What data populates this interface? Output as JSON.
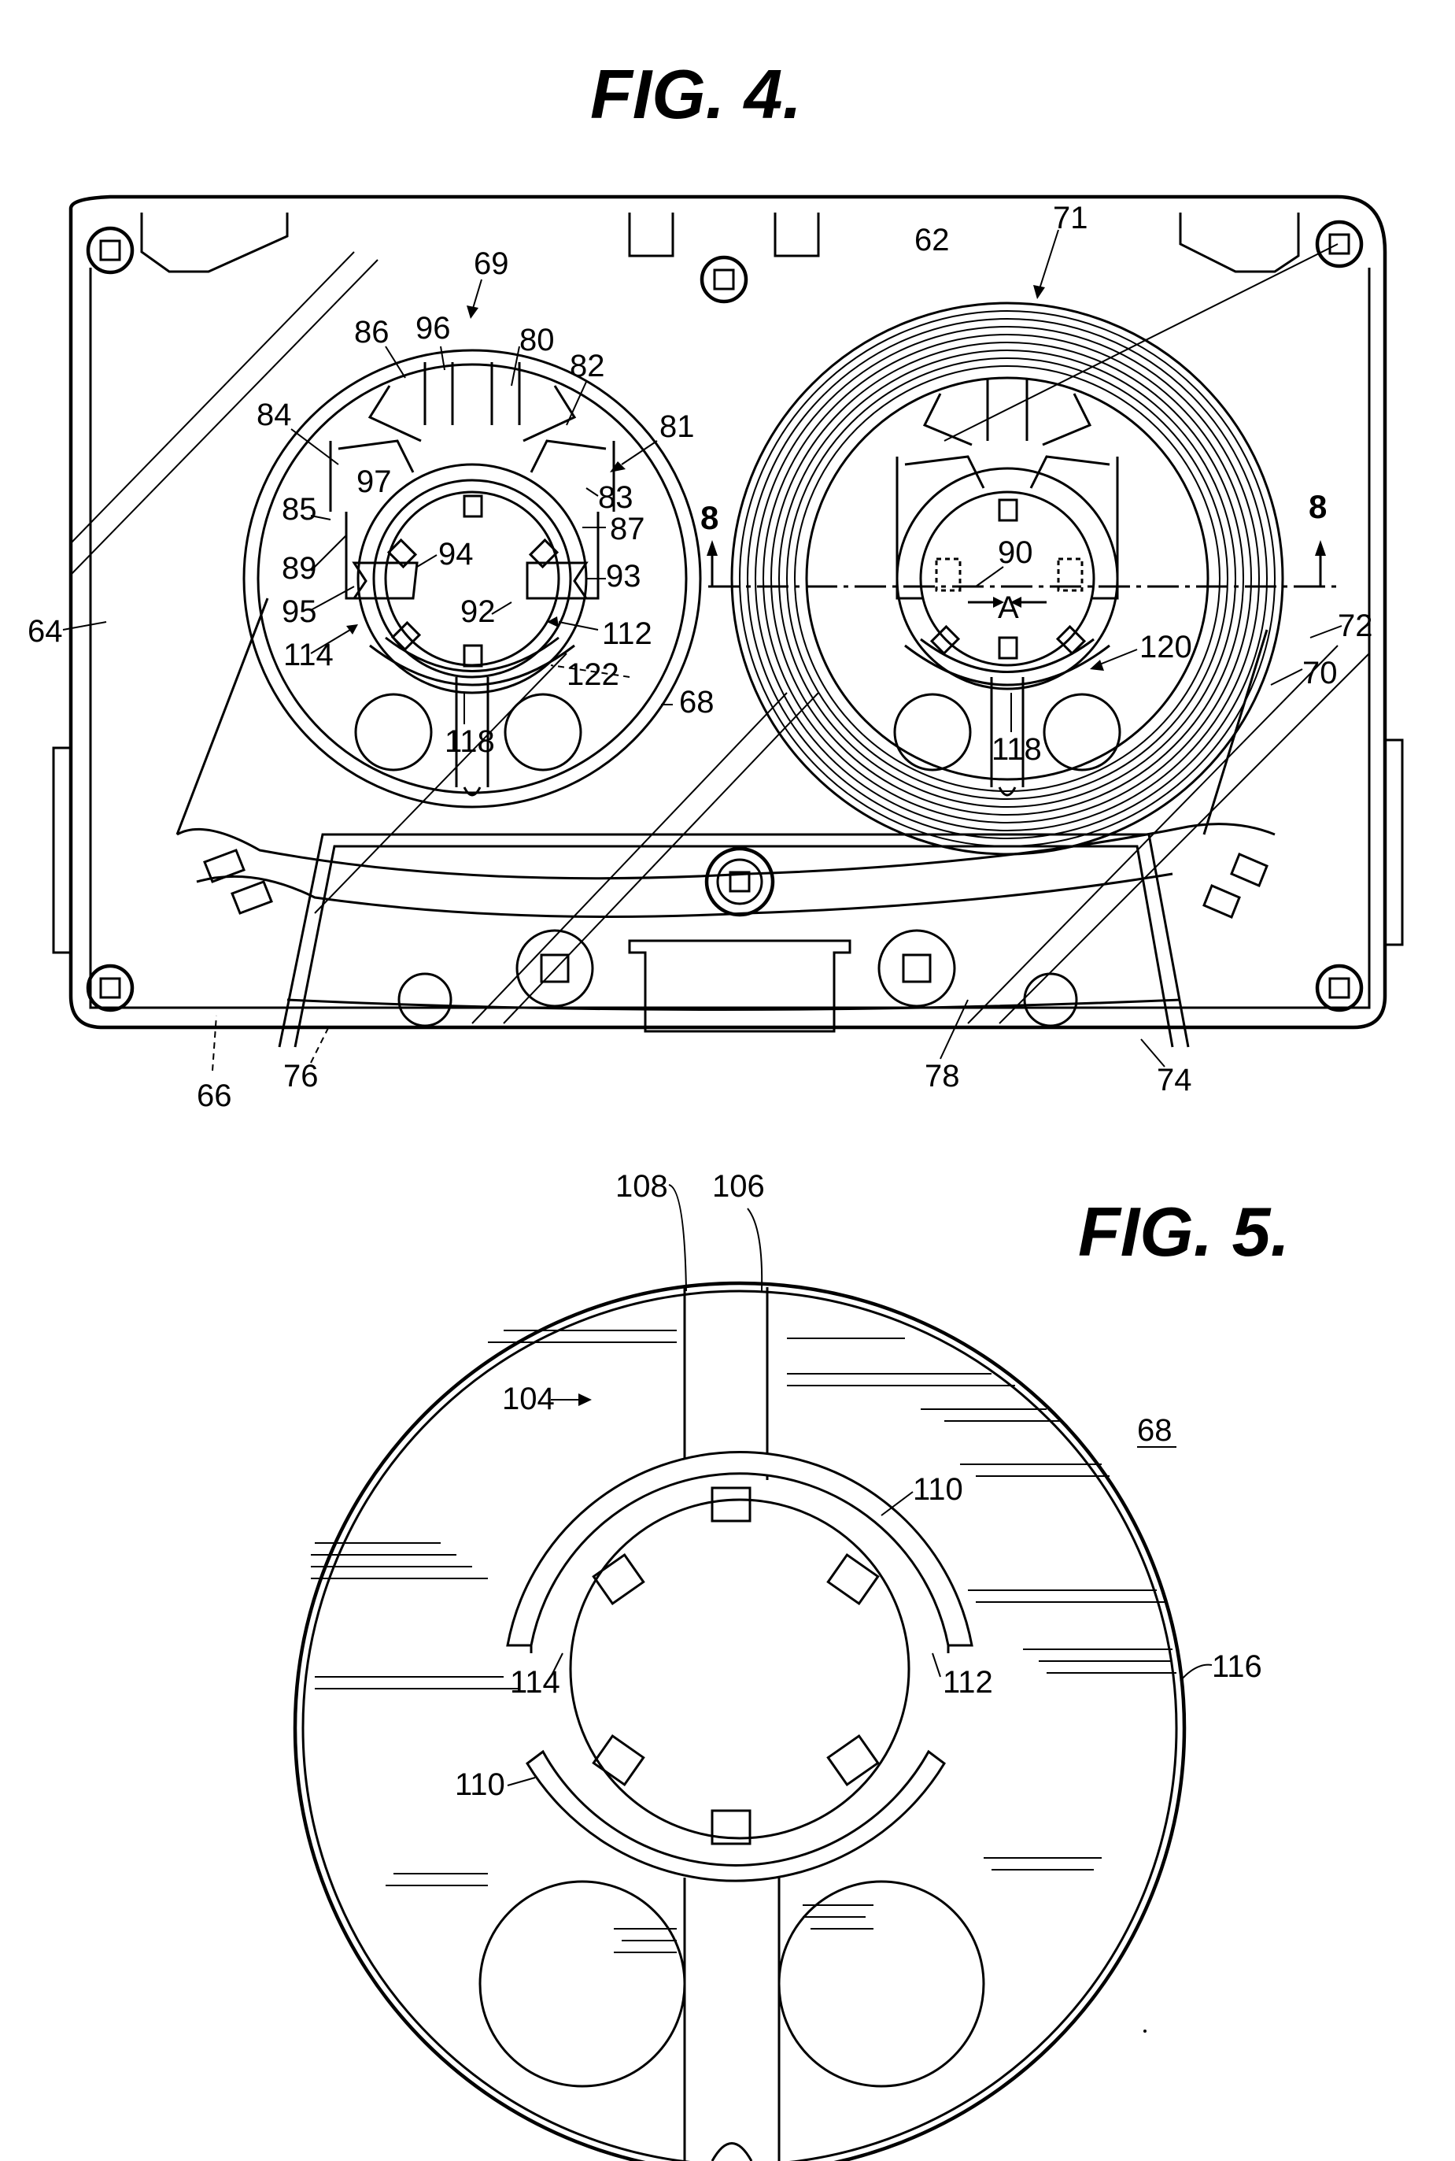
{
  "figures": [
    {
      "title": "FIG. 4.",
      "labels": {
        "n62": "62",
        "n64": "64",
        "n66": "66",
        "n68": "68",
        "n69": "69",
        "n70": "70",
        "n71": "71",
        "n72": "72",
        "n74": "74",
        "n76": "76",
        "n78": "78",
        "n80": "80",
        "n81": "81",
        "n82": "82",
        "n83": "83",
        "n84": "84",
        "n85": "85",
        "n86": "86",
        "n87": "87",
        "n89": "89",
        "n90": "90",
        "n92": "92",
        "n93": "93",
        "n94": "94",
        "n95": "95",
        "n96": "96",
        "n97": "97",
        "n112": "112",
        "n114": "114",
        "n118a": "118",
        "n118b": "118",
        "n120": "120",
        "n122": "122",
        "sec_left": "8",
        "sec_right": "8",
        "axis": "A"
      }
    },
    {
      "title": "FIG. 5.",
      "labels": {
        "n68": "68",
        "n104": "104",
        "n106": "106",
        "n108": "108",
        "n110a": "110",
        "n110b": "110",
        "n112": "112",
        "n114": "114",
        "n116": "116"
      }
    }
  ],
  "colors": {
    "line": "#000000",
    "paper": "#ffffff"
  }
}
